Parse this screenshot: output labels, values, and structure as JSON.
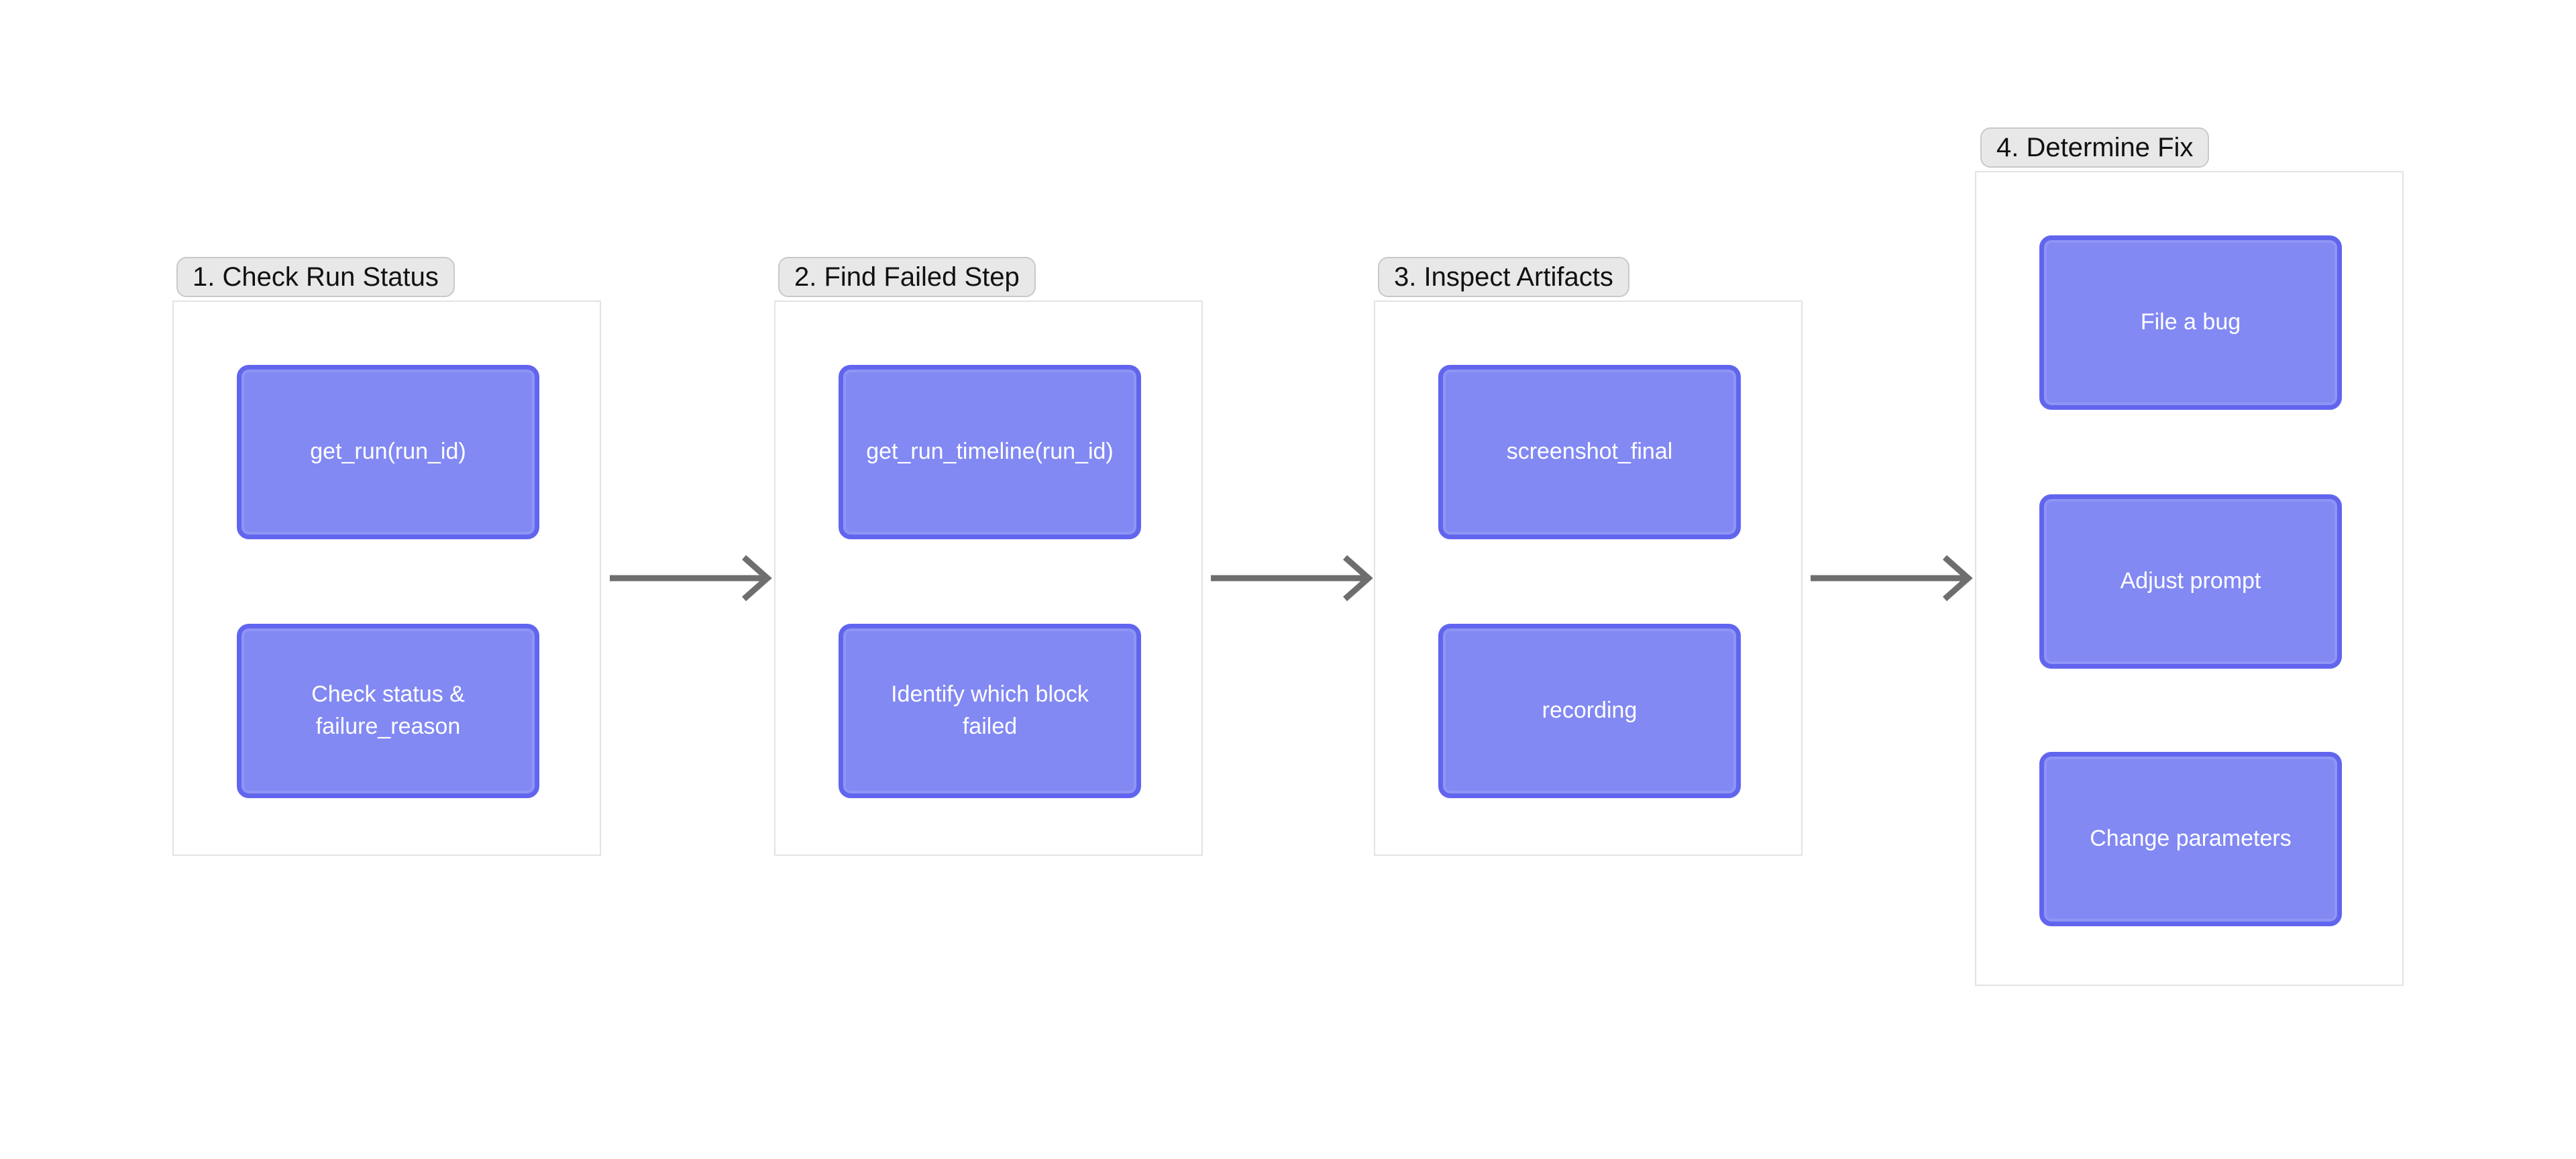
{
  "canvas": {
    "background": "#ffffff"
  },
  "colors": {
    "node_fill": "#8289f3",
    "node_border": "#6165ee",
    "node_text": "#ffffff",
    "group_label_bg": "#e8e8e8",
    "group_label_border": "#c9c9c9",
    "group_label_text": "#111111",
    "group_container_border": "#e3e3e3",
    "arrow": "#6e6e6e"
  },
  "groups": [
    {
      "label": "1. Check Run Status",
      "nodes": [
        {
          "label": "get_run(run_id)"
        },
        {
          "label": "Check status & failure_reason"
        }
      ]
    },
    {
      "label": "2. Find Failed Step",
      "nodes": [
        {
          "label": "get_run_timeline(run_id)"
        },
        {
          "label": "Identify which block failed"
        }
      ]
    },
    {
      "label": "3. Inspect Artifacts",
      "nodes": [
        {
          "label": "screenshot_final"
        },
        {
          "label": "recording"
        }
      ]
    },
    {
      "label": "4. Determine Fix",
      "nodes": [
        {
          "label": "File a bug"
        },
        {
          "label": "Adjust prompt"
        },
        {
          "label": "Change parameters"
        }
      ]
    }
  ],
  "arrows": [
    {
      "from": "1. Check Run Status",
      "to": "2. Find Failed Step",
      "direction": "right"
    },
    {
      "from": "2. Find Failed Step",
      "to": "3. Inspect Artifacts",
      "direction": "right"
    },
    {
      "from": "3. Inspect Artifacts",
      "to": "4. Determine Fix",
      "direction": "right"
    }
  ]
}
